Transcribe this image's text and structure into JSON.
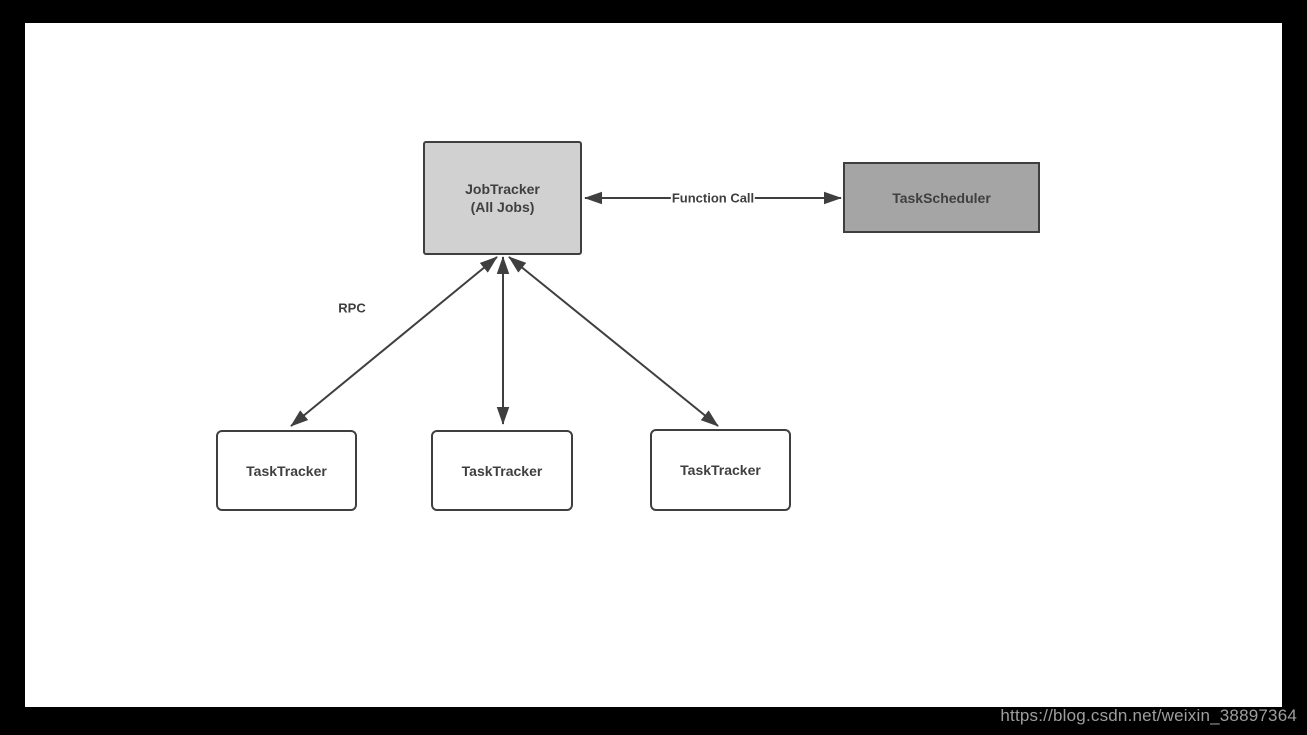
{
  "nodes": {
    "jobtracker": {
      "line1": "JobTracker",
      "line2": "(All Jobs)"
    },
    "taskscheduler": {
      "label": "TaskScheduler"
    },
    "tasktracker_left": {
      "label": "TaskTracker"
    },
    "tasktracker_middle": {
      "label": "TaskTracker"
    },
    "tasktracker_right": {
      "label": "TaskTracker"
    }
  },
  "edges": {
    "function_call": {
      "label": "Function Call",
      "from": "TaskScheduler",
      "to": "JobTracker (All Jobs)",
      "direction": "bidirectional"
    },
    "rpc": {
      "label": "RPC",
      "from": "JobTracker (All Jobs)",
      "to": "TaskTracker x3",
      "direction": "bidirectional"
    }
  },
  "watermark": {
    "text": "https://blog.csdn.net/weixin_38897364"
  },
  "colors": {
    "page_bg": "#000000",
    "canvas_bg": "#ffffff",
    "node_border": "#3f3f3f",
    "node_text": "#3f3f3f",
    "arrow": "#3f3f3f",
    "jobtracker_fill": "#d1d1d1",
    "taskscheduler_fill": "#a5a5a5",
    "tasktracker_fill": "#ffffff",
    "watermark": "#9e9e9e"
  }
}
